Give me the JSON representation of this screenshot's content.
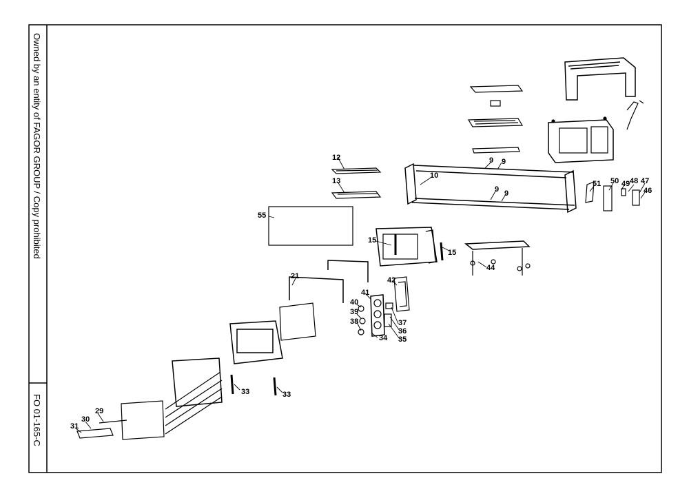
{
  "sidebar": {
    "ownership_note": "Owned by an entity of FAGOR GROUP / Copy prohibited",
    "drawing_code": "FO 01-165-C"
  },
  "callouts": [
    "12",
    "13",
    "10",
    "9",
    "9",
    "9",
    "9",
    "55",
    "15",
    "15",
    "21",
    "41",
    "42",
    "40",
    "39",
    "38",
    "37",
    "36",
    "35",
    "34",
    "44",
    "51",
    "50",
    "49",
    "48",
    "47",
    "46",
    "33",
    "33",
    "29",
    "30",
    "31"
  ]
}
